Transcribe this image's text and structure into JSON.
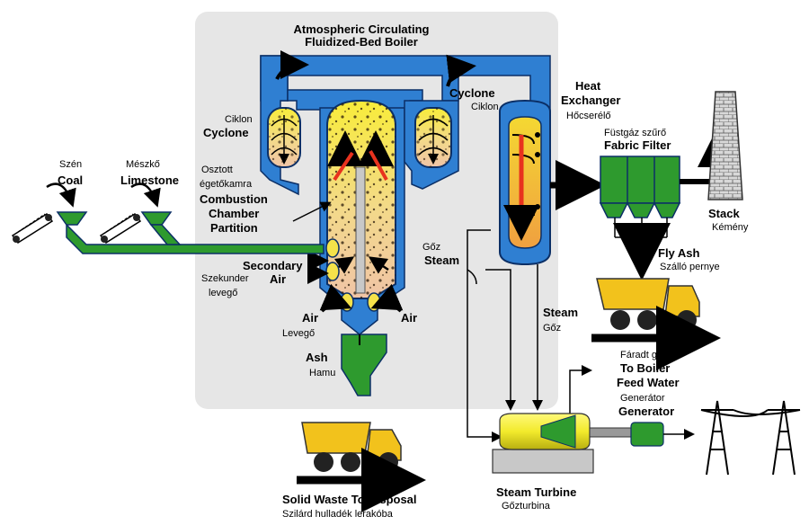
{
  "title": {
    "line1": "Atmospheric Circulating",
    "line2": "Fluidized-Bed Boiler"
  },
  "labels": {
    "cyclone_left_hu": "Ciklon",
    "cyclone_left_en": "Cyclone",
    "cyclone_right_en": "Cyclone",
    "cyclone_right_hu": "Ciklon",
    "partition_hu_1": "Osztott",
    "partition_hu_2": "égetőkamra",
    "partition_en_1": "Combustion",
    "partition_en_2": "Chamber",
    "partition_en_3": "Partition",
    "coal_hu": "Szén",
    "coal_en": "Coal",
    "limestone_hu": "Mészkő",
    "limestone_en": "Limestone",
    "secondary_air_en_1": "Secondary",
    "secondary_air_en_2": "Air",
    "secondary_air_hu_1": "Szekunder",
    "secondary_air_hu_2": "levegő",
    "air_left_en": "Air",
    "air_left_hu": "Levegő",
    "air_right_en": "Air",
    "ash_en": "Ash",
    "ash_hu": "Hamu",
    "steam_mid_hu": "Gőz",
    "steam_mid_en": "Steam",
    "heat_exchanger_en_1": "Heat",
    "heat_exchanger_en_2": "Exchanger",
    "heat_exchanger_hu": "Hőcserélő",
    "fabric_filter_hu": "Füstgáz szűrő",
    "fabric_filter_en": "Fabric Filter",
    "stack_en": "Stack",
    "stack_hu": "Kémény",
    "fly_ash_en": "Fly Ash",
    "fly_ash_hu": "Szálló pernye",
    "steam_right_en": "Steam",
    "steam_right_hu": "Gőz",
    "feedwater_hu": "Fáradt gőz",
    "feedwater_en_1": "To Boiler",
    "feedwater_en_2": "Feed Water",
    "generator_hu": "Generátor",
    "generator_en": "Generator",
    "turbine_en": "Steam Turbine",
    "turbine_hu": "Gőzturbina",
    "solid_waste_en": "Solid Waste To Disposal",
    "solid_waste_hu": "Szilárd hulladék lerakóba"
  },
  "colors": {
    "panel": "#e6e6e6",
    "duct_blue": "#2f7fd2",
    "feed_green": "#2e9a2e",
    "furnace_top": "#f7e640",
    "furnace_bottom": "#f2c9a8",
    "hot_arrow": "#e8321e",
    "truck_yellow": "#f2c21c",
    "turbine_yellow": "#f5f03c",
    "filter_green": "#2e9a2e"
  }
}
